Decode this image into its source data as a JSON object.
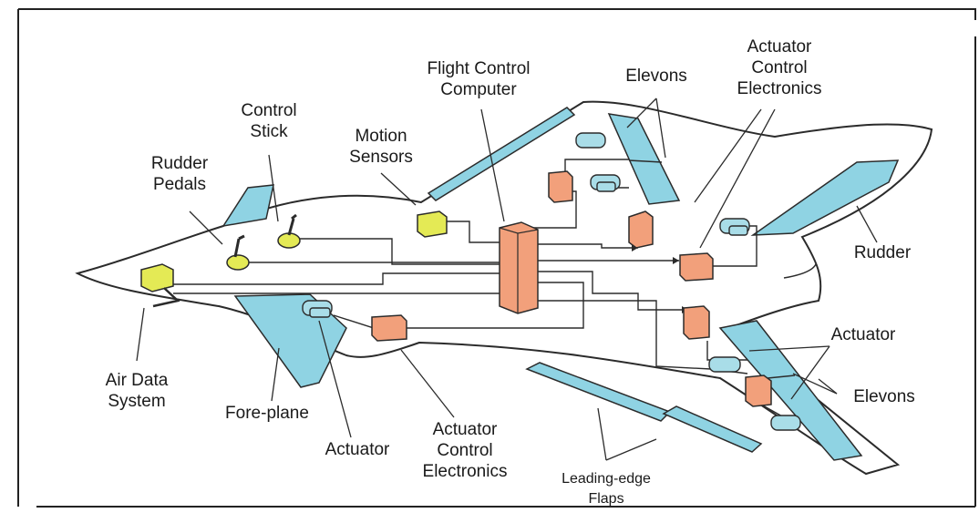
{
  "labels": {
    "rudder_pedals": [
      "Rudder",
      "Pedals"
    ],
    "control_stick": [
      "Control",
      "Stick"
    ],
    "motion_sensors": [
      "Motion",
      "Sensors"
    ],
    "flight_control_computer": [
      "Flight Control",
      "Computer"
    ],
    "elevons_top": "Elevons",
    "actuator_control_electronics_top": [
      "Actuator",
      "Control",
      "Electronics"
    ],
    "rudder": "Rudder",
    "actuator_right": "Actuator",
    "elevons_bottom": "Elevons",
    "air_data_system": [
      "Air Data",
      "System"
    ],
    "fore_plane": "Fore-plane",
    "actuator_bottom": "Actuator",
    "actuator_control_electronics_bottom": [
      "Actuator",
      "Control",
      "Electronics"
    ],
    "leading_edge_flaps": [
      "Leading-edge",
      "Flaps"
    ]
  },
  "colors": {
    "surface": "#8fd3e3",
    "electronics": "#f2a07b",
    "sensor": "#e4ea55",
    "actuator": "#a9dde8",
    "outline": "#2b2b2b"
  }
}
